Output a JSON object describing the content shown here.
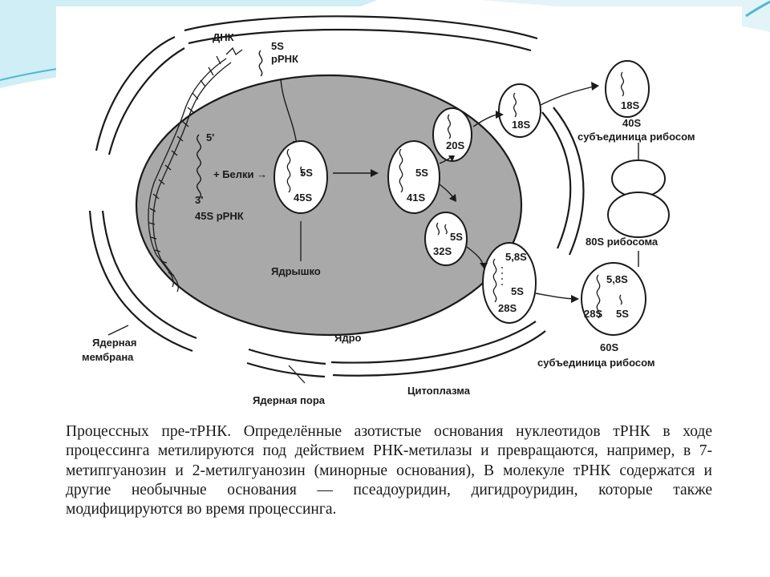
{
  "slide": {
    "caption": "Процессных пре-тРНК. Определённые азотистые основания нуклеотидов тРНК в ходе процессинга метилируются под действием РНК-метилазы и превращаются, например, в 7-метипгуанозин и 2-метилгуанозин (минорные основания), В молекуле тРНК содержатся и другие необычные основания — псеадоуридин,   дигидроуридин, которые также модифицируются во время процессинга."
  },
  "diagram": {
    "labels": {
      "dna": "ДНК",
      "rrna5s_a": "5S",
      "rrna5s_b": "рРНК",
      "five_prime": "5'",
      "three_prime": "3'",
      "plus_proteins": "+ Белки →",
      "plus_sign": "+",
      "rrna45s": "45S рРНК",
      "p1_5s": "5S",
      "p1_45s": "45S",
      "p2_5s": "5S",
      "p2_41s": "41S",
      "p3_20s": "20S",
      "p4_18s": "18S",
      "p5_5s": "5S",
      "p5_32s": "32S",
      "p6_58s": "5,8S",
      "p6_5s": "5S",
      "p6_28s": "28S",
      "nucleolus": "Ядрышко",
      "nucleus": "Ядро",
      "nuclear_membrane_a": "Ядерная",
      "nuclear_membrane_b": "мембрана",
      "nuclear_pore": "Ядерная пора",
      "cytoplasm": "Цитоплазма",
      "s18": "18S",
      "s40": "40S",
      "small_subunit": "субъединица рибосом",
      "ribosome80s": "80S рибосома",
      "l58s": "5,8S",
      "l28s": "28S",
      "l5s": "5S",
      "s60": "60S",
      "large_subunit": "субъединица рибосом"
    }
  },
  "colors": {
    "nucleolus_fill": "#a9a9a9",
    "line": "#1a1a1a",
    "accent_teal": "#4fb9cf"
  }
}
